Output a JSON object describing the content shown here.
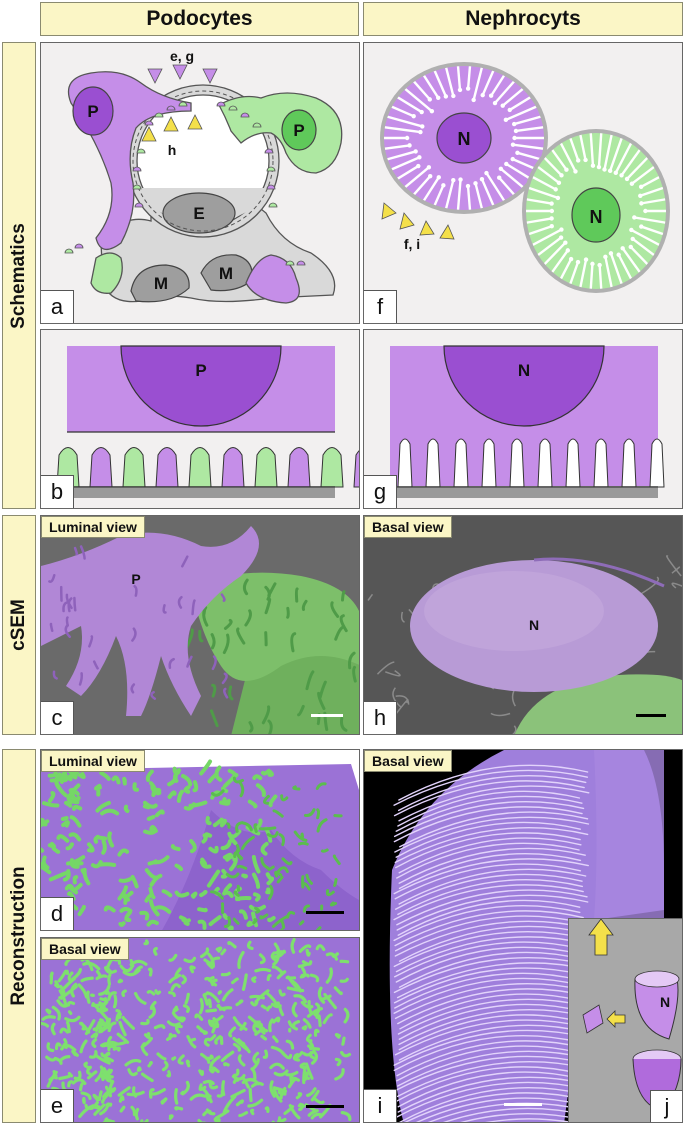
{
  "columns": {
    "left": "Podocytes",
    "right": "Nephrocyts"
  },
  "rows": {
    "schematics": "Schematics",
    "csem": "cSEM",
    "reconstruction": "Reconstruction"
  },
  "panels": {
    "a": {
      "letter": "a",
      "cell_p1": "P",
      "cell_p2": "P",
      "cell_e": "E",
      "cell_m1": "M",
      "cell_m2": "M",
      "arrow_top": "e, g",
      "arrow_inner": "h"
    },
    "b": {
      "letter": "b",
      "cell": "P"
    },
    "c": {
      "letter": "c",
      "view": "Luminal view",
      "cell": "P"
    },
    "d": {
      "letter": "d",
      "view": "Luminal view"
    },
    "e": {
      "letter": "e",
      "view": "Basal view"
    },
    "f": {
      "letter": "f",
      "cell_n1": "N",
      "cell_n2": "N",
      "arrow": "f, i"
    },
    "g": {
      "letter": "g",
      "cell": "N"
    },
    "h": {
      "letter": "h",
      "view": "Basal view",
      "cell": "N"
    },
    "i": {
      "letter": "i",
      "view": "Basal view"
    },
    "j": {
      "letter": "j",
      "cell": "N"
    }
  },
  "colors": {
    "label_bg": "#fbf6c6",
    "magenta": "#b877e0",
    "magenta_dark": "#9a4fd1",
    "green": "#9ae08f",
    "green_dark": "#5fc95a",
    "yellow": "#f4e04a",
    "gray": "#d6d6d6"
  }
}
